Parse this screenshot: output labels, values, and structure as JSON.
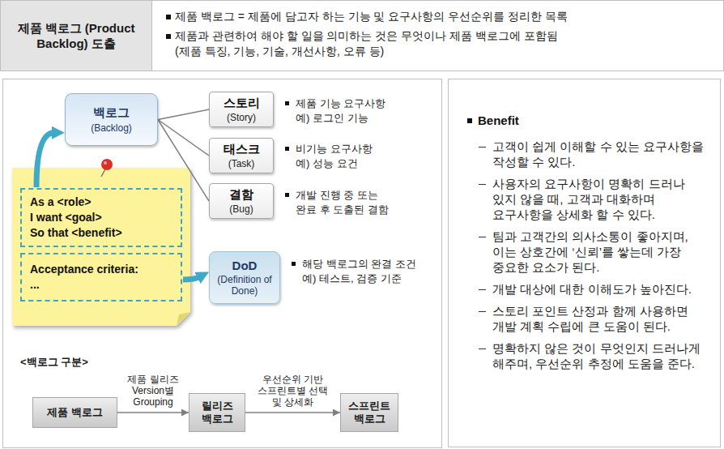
{
  "diagram": {
    "nodes": [
      {
        "text": [
          "제품 백로그 (Product Backlog) 도출"
        ]
      },
      {
        "text": [
          "백로그",
          "(Backlog)"
        ]
      },
      {
        "text": [
          "스토리",
          "(Story)"
        ]
      },
      {
        "text": [
          "태스크",
          "(Task)"
        ]
      },
      {
        "text": [
          "결함",
          "(Bug)"
        ]
      },
      {
        "text": [
          "As a <role>",
          "I want <goal>",
          "So that <benefit>"
        ]
      },
      {
        "text": [
          "Acceptance criteria:",
          "..."
        ]
      },
      {
        "text": [
          "DoD",
          "(Definition of Done)"
        ]
      },
      {
        "text": [
          "제품 백로그"
        ]
      },
      {
        "text": [
          "릴리즈 백로그"
        ]
      },
      {
        "text": [
          "스프린트 백로그"
        ]
      },
      {
        "text": [
          "Benefit",
          "고객이 쉽게 이해할 수 있는 요구사항을 작성할 수 있다.",
          "사용자의 요구사항이 명확히 드러나 있지 않을 때, 고객과 대화하며 요구사항을 상세화 할 수 있다.",
          "팀과 고객간의 의사소통이 좋아지며, 이는 상호간에 ‘신뢰’를 쌓는데 가장 중요한 요소가 된다.",
          "개발 대상에 대한 이해도가 높아진다.",
          "스토리 포인트 산정과 함께 사용하면 개발 계획 수립에 큰 도움이 된다.",
          "명확하지 않은 것이 무엇인지 드러나게 해주며, 우선순위 추정에 도움을 준다."
        ]
      }
    ],
    "edges": [
      {
        "from": 1,
        "to": 2,
        "arrow": "none"
      },
      {
        "from": 1,
        "to": 3,
        "arrow": "none"
      },
      {
        "from": 1,
        "to": 4,
        "arrow": "none"
      },
      {
        "from": 5,
        "to": 1,
        "arrow": "to"
      },
      {
        "from": 6,
        "to": 7,
        "arrow": "to"
      },
      {
        "from": 8,
        "to": 9,
        "label": "제품 릴리즈 Version별 Grouping",
        "arrow": "to"
      },
      {
        "from": 9,
        "to": 10,
        "label": "우선순위 기반 스프린트별 선택 및 상세화",
        "arrow": "to"
      }
    ],
    "labels": [
      "제품 백로그 = 제품에 담고자 하는 기능 및 요구사항의 우선순위를 정리한 목록",
      "제품과 관련하여 해야 할 일을 의미하는 것은 무엇이나 제품 백로그에 포함됨",
      "(제품 특징, 기능, 기술, 개선사항, 오류 등)",
      "제품 기능 요구사항",
      "예) 로그인 기능",
      "비기능 요구사항",
      "예) 성능 요건",
      "개발 진행 중 또는",
      "완료 후 도출된 결함",
      "해당 백로그의 완결 조건",
      "예) 테스트, 검증 기준",
      "<백로그 구분>"
    ]
  }
}
